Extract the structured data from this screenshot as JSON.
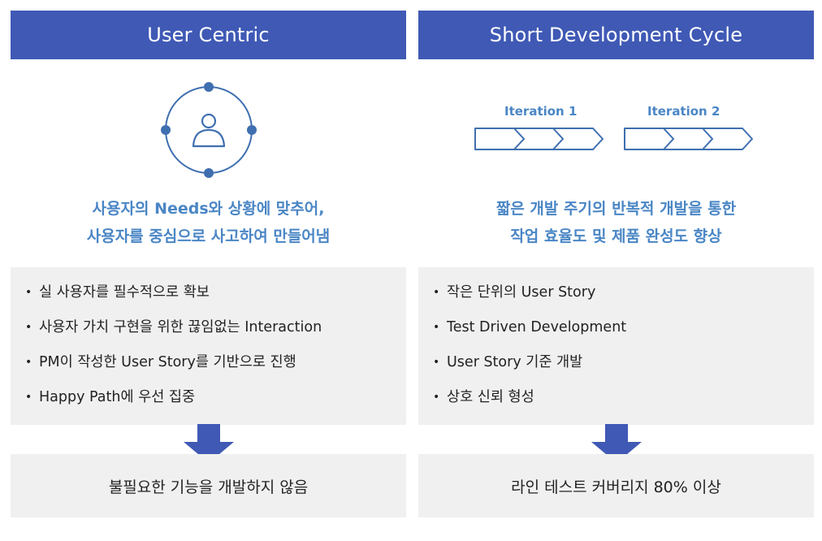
{
  "left": {
    "header": "User Centric",
    "tagline_line1": "사용자의 Needs와 상황에 맞추어,",
    "tagline_line2": "사용자를 중심으로 사고하여 만들어냄",
    "bullets": [
      "실 사용자를 필수적으로 확보",
      "사용자 가치 구현을 위한 끊임없는 Interaction",
      "PM이 작성한 User Story를 기반으로 진행",
      "Happy Path에 우선 집중"
    ],
    "result": "불필요한 기능을 개발하지 않음",
    "icon": "user-circle-icon"
  },
  "right": {
    "header": "Short Development Cycle",
    "iterations": [
      "Iteration 1",
      "Iteration 2"
    ],
    "tagline_line1": "짧은 개발 주기의 반복적 개발을 통한",
    "tagline_line2": "작업 효율도 및 제품 완성도 향상",
    "bullets": [
      "작은 단위의 User Story",
      "Test Driven Development",
      "User Story 기준 개발",
      "상호 신뢰 형성"
    ],
    "result": "라인 테스트 커버리지 80% 이상"
  },
  "colors": {
    "header_bg": "#3f59b5",
    "accent_text": "#4a86c5",
    "panel_bg": "#f0f0f0",
    "arrow": "#3f59b5"
  }
}
